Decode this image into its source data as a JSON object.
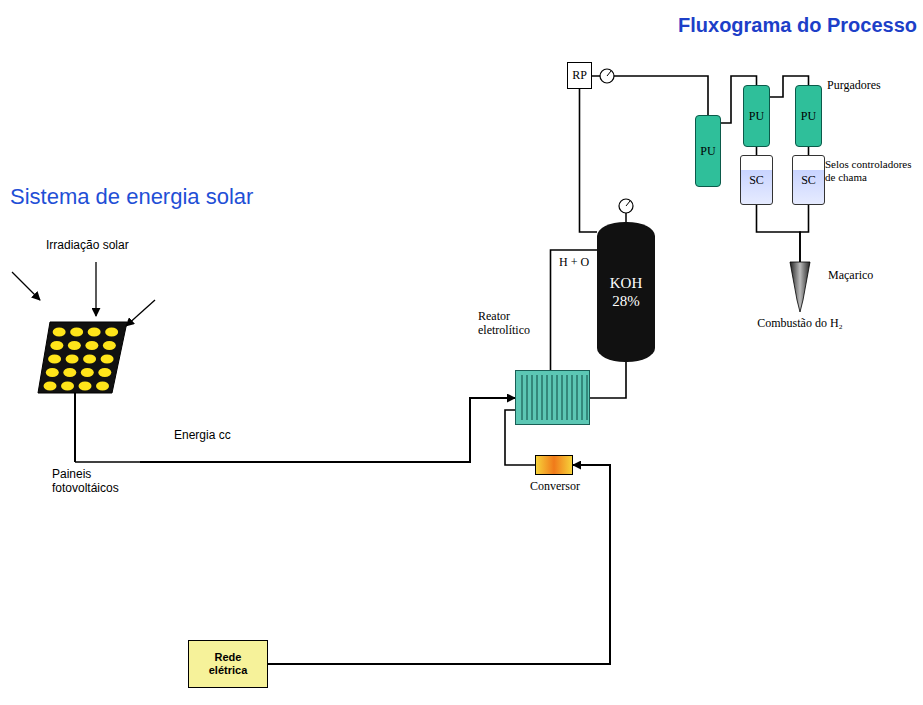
{
  "diagram": {
    "title": "Fluxograma do Processo",
    "nodes": [
      {
        "text": [
          "Paineis fotovoltáicos"
        ]
      },
      {
        "text": [
          "Rede elétrica"
        ]
      },
      {
        "text": [
          "Reator eletrolítico"
        ]
      },
      {
        "text": [
          "Conversor"
        ]
      },
      {
        "text": [
          "KOH 28%"
        ]
      },
      {
        "text": [
          "RP"
        ]
      },
      {
        "text": [
          "PU"
        ]
      },
      {
        "text": [
          "PU"
        ]
      },
      {
        "text": [
          "PU"
        ]
      },
      {
        "text": [
          "SC"
        ]
      },
      {
        "text": [
          "SC"
        ]
      },
      {
        "text": [
          "Maçarico",
          "Combustão do H₂"
        ]
      }
    ],
    "edges": [
      {
        "from": 0,
        "to": 2,
        "label": "Energia cc",
        "arrow": "to"
      },
      {
        "from": 1,
        "to": 3,
        "arrow": "to"
      },
      {
        "from": 2,
        "to": 3,
        "arrow": "none"
      },
      {
        "from": 2,
        "to": 4,
        "label": "H + O",
        "arrow": "none"
      },
      {
        "from": 4,
        "to": 2,
        "arrow": "none"
      },
      {
        "from": 4,
        "to": 5,
        "arrow": "none"
      },
      {
        "from": 5,
        "to": 6,
        "arrow": "none"
      },
      {
        "from": 6,
        "to": 7,
        "arrow": "none"
      },
      {
        "from": 7,
        "to": 8,
        "arrow": "none"
      },
      {
        "from": 7,
        "to": 9,
        "arrow": "none"
      },
      {
        "from": 8,
        "to": 10,
        "arrow": "none"
      },
      {
        "from": 9,
        "to": 11,
        "arrow": "none"
      },
      {
        "from": 10,
        "to": 11,
        "arrow": "none"
      }
    ],
    "labels": [
      "Sistema de energia solar",
      "Irradiação solar",
      "Purgadores",
      "Selos controladores de chama"
    ]
  }
}
